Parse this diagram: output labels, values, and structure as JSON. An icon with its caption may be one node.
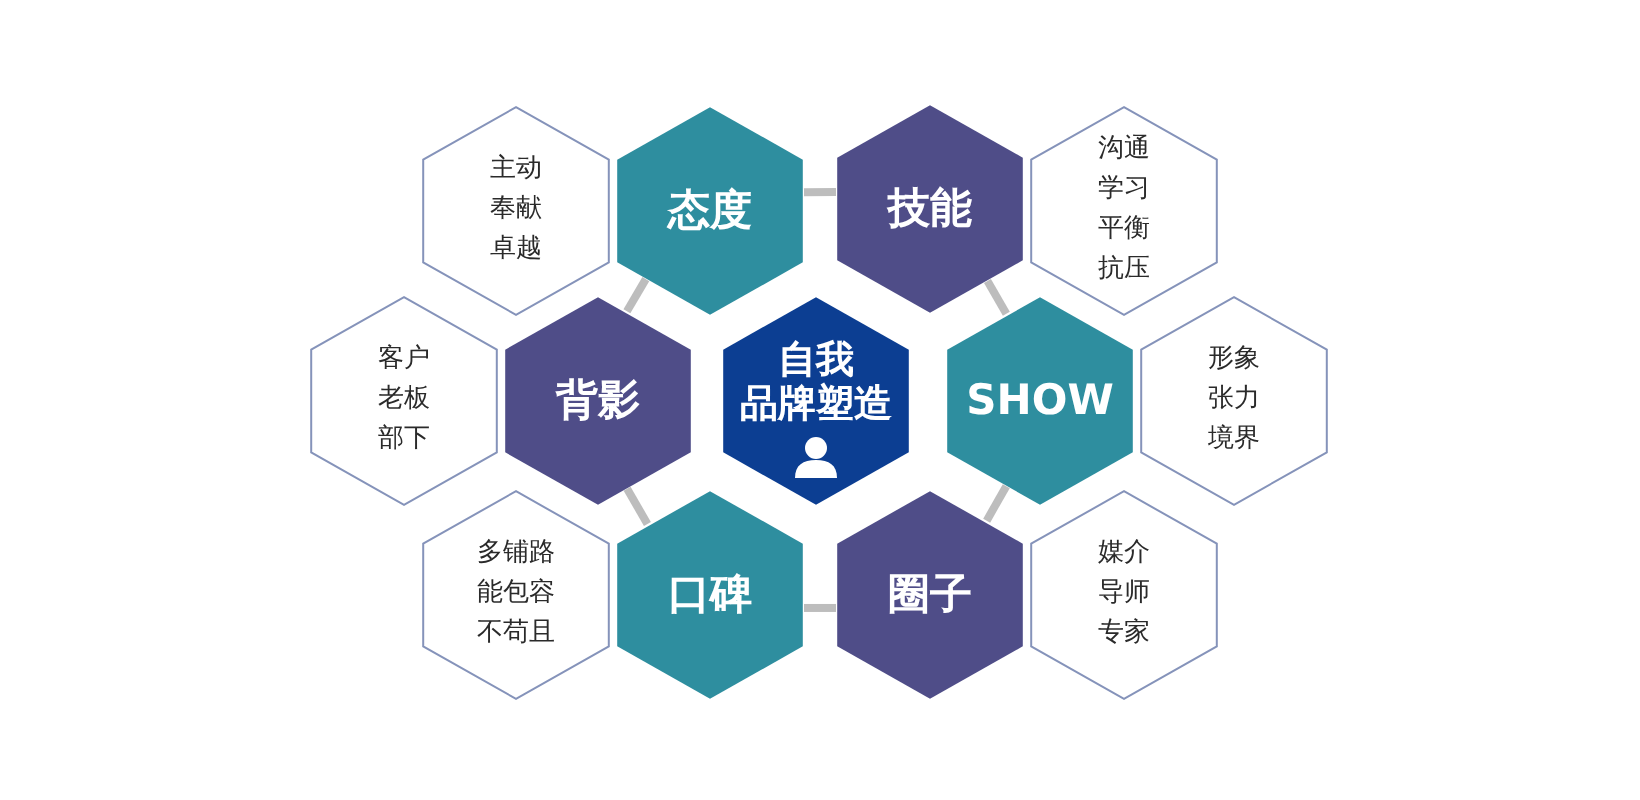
{
  "diagram": {
    "nodes": [
      {
        "text": [
          "主动",
          "奉献",
          "卓越"
        ]
      },
      {
        "text": [
          "态度"
        ]
      },
      {
        "text": [
          "技能"
        ]
      },
      {
        "text": [
          "沟通",
          "学习",
          "平衡",
          "抗压"
        ]
      },
      {
        "text": [
          "客户",
          "老板",
          "部下"
        ]
      },
      {
        "text": [
          "背影"
        ]
      },
      {
        "text": [
          "自我",
          "品牌塑造"
        ]
      },
      {
        "text": [
          "SHOW"
        ]
      },
      {
        "text": [
          "形象",
          "张力",
          "境界"
        ]
      },
      {
        "text": [
          "多铺路",
          "能包容",
          "不苟且"
        ]
      },
      {
        "text": [
          "口碑"
        ]
      },
      {
        "text": [
          "圈子"
        ]
      },
      {
        "text": [
          "媒介",
          "导师",
          "专家"
        ]
      }
    ],
    "edges": [
      {
        "from": 1,
        "to": 2,
        "arrow": "none"
      },
      {
        "from": 2,
        "to": 7,
        "arrow": "none"
      },
      {
        "from": 7,
        "to": 11,
        "arrow": "none"
      },
      {
        "from": 11,
        "to": 10,
        "arrow": "none"
      },
      {
        "from": 10,
        "to": 5,
        "arrow": "none"
      },
      {
        "from": 5,
        "to": 1,
        "arrow": "none"
      }
    ]
  }
}
